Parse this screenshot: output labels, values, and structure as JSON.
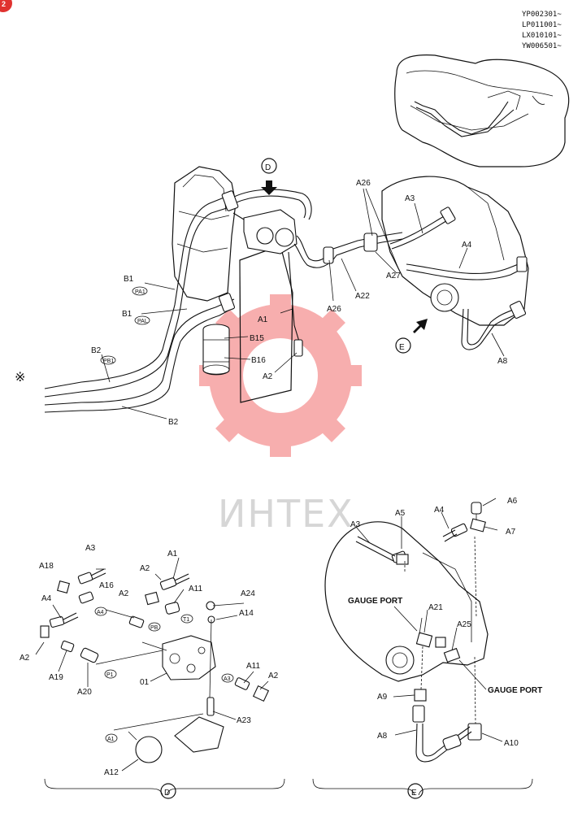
{
  "page_marker": "2",
  "serials": [
    "YP002301~",
    "LP011001~",
    "LX010101~",
    "YW006501~"
  ],
  "watermark": "ИНТЕХ",
  "main_view": {
    "view_d_marker": "D",
    "view_e_marker": "E",
    "asterisk": "※",
    "labels": {
      "a26_top": "A26",
      "a3": "A3",
      "a4": "A4",
      "a27": "A27",
      "a22": "A22",
      "a26_mid": "A26",
      "a1": "A1",
      "a2": "A2",
      "a8": "A8",
      "b1_upper": "B1",
      "b1_upper_tag": "PA1",
      "b1_lower": "B1",
      "b1_lower_tag": "PAL",
      "b2_upper": "B2",
      "b2_upper_tag": "PB1",
      "b2_lower": "B2",
      "b15": "B15",
      "b16": "B16"
    }
  },
  "detail_d": {
    "caption": "D",
    "labels": {
      "a3": "A3",
      "a1": "A1",
      "a18": "A18",
      "a16": "A16",
      "a2_top": "A2",
      "a11_top": "A11",
      "a4": "A4",
      "a2_mid": "A2",
      "a24": "A24",
      "a14": "A14",
      "a2_left": "A2",
      "a19": "A19",
      "a20": "A20",
      "o1": "01",
      "a11_bot": "A11",
      "a2_right": "A2",
      "a23": "A23",
      "a12": "A12"
    },
    "tags": {
      "a4_tag": "A4",
      "pb_tag": "PB",
      "t1_tag": "T1",
      "p1_tag": "P1",
      "a3_tag": "A3",
      "a1_tag": "A1"
    }
  },
  "detail_e": {
    "caption": "E",
    "gauge_port_left": "GAUGE PORT",
    "gauge_port_right": "GAUGE PORT",
    "labels": {
      "a6": "A6",
      "a5": "A5",
      "a4": "A4",
      "a7": "A7",
      "a3": "A3",
      "a21": "A21",
      "a25": "A25",
      "a9": "A9",
      "a8": "A8",
      "a10": "A10"
    }
  },
  "colors": {
    "line": "#111111",
    "watermark": "#f26d6d",
    "marker": "#e0322f"
  }
}
